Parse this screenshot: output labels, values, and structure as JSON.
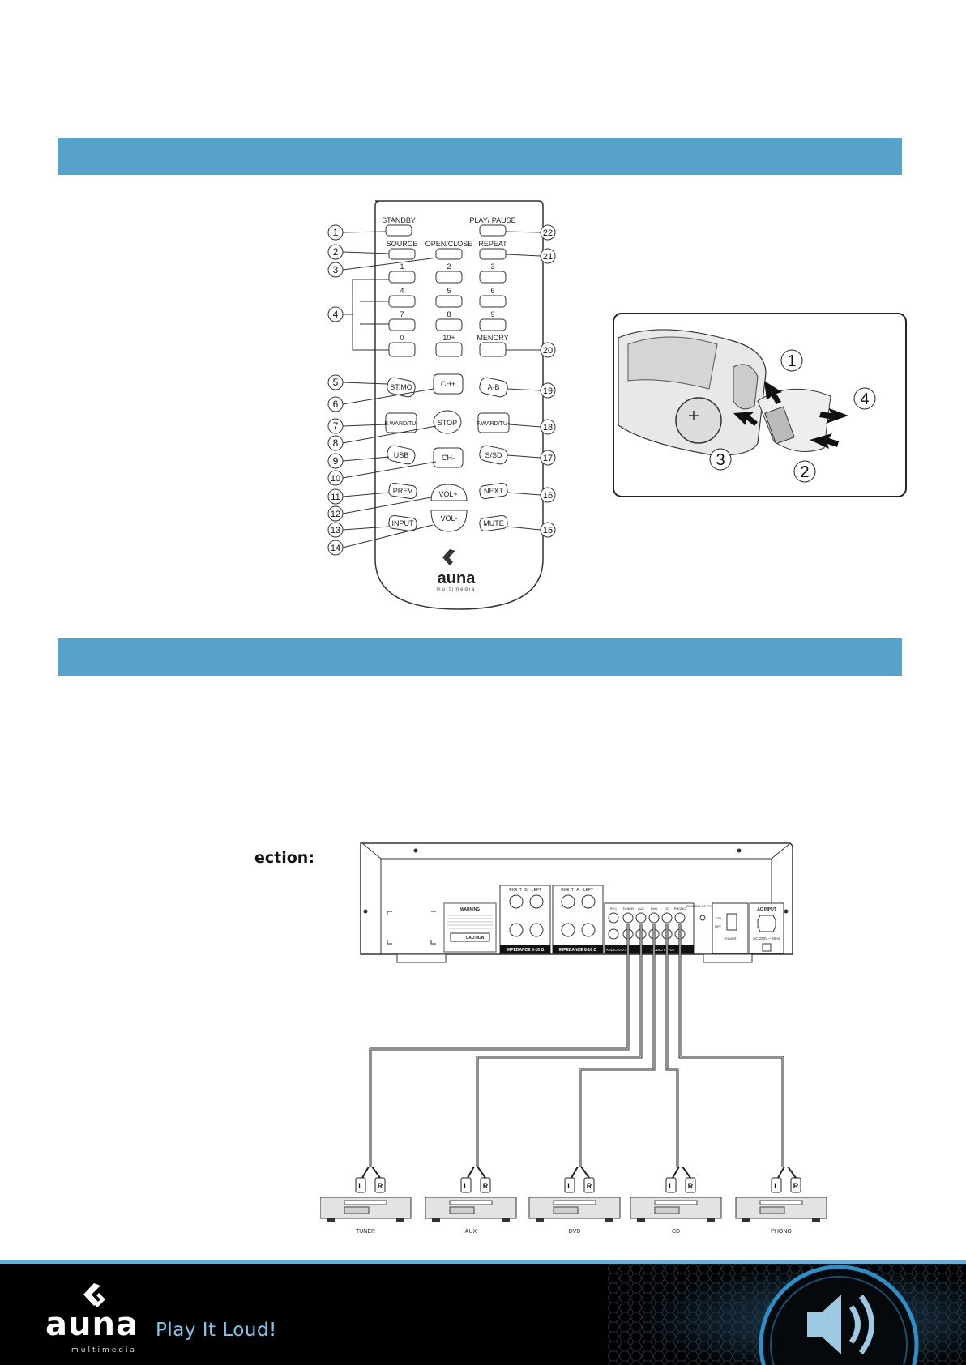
{
  "remote": {
    "buttons": [
      {
        "id": "standby",
        "label": "STANDBY"
      },
      {
        "id": "play_pause",
        "label": "PLAY/ PAUSE"
      },
      {
        "id": "source",
        "label": "SOURCE"
      },
      {
        "id": "open_close",
        "label": "OPEN/CLOSE"
      },
      {
        "id": "repeat",
        "label": "REPEAT"
      },
      {
        "id": "d1",
        "label": "1"
      },
      {
        "id": "d2",
        "label": "2"
      },
      {
        "id": "d3",
        "label": "3"
      },
      {
        "id": "d4",
        "label": "4"
      },
      {
        "id": "d5",
        "label": "5"
      },
      {
        "id": "d6",
        "label": "6"
      },
      {
        "id": "d7",
        "label": "7"
      },
      {
        "id": "d8",
        "label": "8"
      },
      {
        "id": "d9",
        "label": "9"
      },
      {
        "id": "d0",
        "label": "0"
      },
      {
        "id": "d10",
        "label": "10+"
      },
      {
        "id": "memory",
        "label": "MENORY"
      },
      {
        "id": "stmo",
        "label": "ST.MO"
      },
      {
        "id": "chplus",
        "label": "CH+"
      },
      {
        "id": "ab",
        "label": "A-B"
      },
      {
        "id": "bward",
        "label": "B.WARD/TU-"
      },
      {
        "id": "stop",
        "label": "STOP"
      },
      {
        "id": "fward",
        "label": "F.WARD/TU+"
      },
      {
        "id": "usb",
        "label": "USB"
      },
      {
        "id": "chminus",
        "label": "CH-"
      },
      {
        "id": "sd",
        "label": "S/SD"
      },
      {
        "id": "prev",
        "label": "PREV"
      },
      {
        "id": "volplus",
        "label": "VOL+"
      },
      {
        "id": "next",
        "label": "NEXT"
      },
      {
        "id": "input",
        "label": "INPUT"
      },
      {
        "id": "volminus",
        "label": "VOL-"
      },
      {
        "id": "mute",
        "label": "MUTE"
      }
    ],
    "callouts": [
      "1",
      "2",
      "3",
      "4",
      "5",
      "6",
      "7",
      "8",
      "9",
      "10",
      "11",
      "12",
      "13",
      "14",
      "15",
      "16",
      "17",
      "18",
      "19",
      "20",
      "21",
      "22"
    ],
    "brand": "auna",
    "brand_sub": "multimedia"
  },
  "battery": {
    "steps": [
      "1",
      "2",
      "3",
      "4"
    ]
  },
  "connection": {
    "heading_fragment": "ection:",
    "panel": {
      "warning_title": "WARNING",
      "caution": "CAUTION",
      "impedance_a": "IMPEDANCE 8-16 Ω",
      "impedance_b": "IMPEDANCE 8-16 Ω",
      "speaker_right": "RIGHT",
      "speaker_left": "LEFT",
      "speaker_b": "B",
      "speaker_a": "A",
      "rec": "REC",
      "audio_out": "AUDIO OUT",
      "audio_input": "AUDIO INPUT",
      "jacks": [
        "TUNER",
        "AUX",
        "DVD",
        "CD",
        "PHONO"
      ],
      "ground": "GROUND OF PHONO",
      "power": "POWER",
      "on": "ON",
      "off": "OFF",
      "ac_input": "AC INPUT",
      "ac_spec": "AC 230V ~ 50Hz"
    },
    "devices": [
      "TUNER",
      "AUX",
      "DVD",
      "CD",
      "PHONO"
    ],
    "plug_l": "L",
    "plug_r": "R"
  },
  "footer": {
    "brand": "auna",
    "brand_sub": "multimedia",
    "slogan": "Play It Loud!"
  },
  "colors": {
    "section_bar": "#57a2ca",
    "footer_bg": "#000000",
    "footer_accent": "#5fb2e0",
    "slogan": "#7fc6ee"
  }
}
